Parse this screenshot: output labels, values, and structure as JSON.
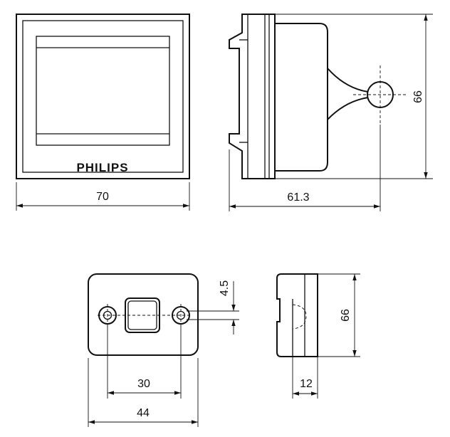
{
  "brand_label": "PHILIPS",
  "dimensions": {
    "front_width": "70",
    "side_depth": "61.3",
    "side_height": "66",
    "base_offset": "4.5",
    "base_hole_spacing": "30",
    "base_width": "44",
    "base_side_height": "66",
    "base_side_depth": "12"
  },
  "colors": {
    "line": "#111111",
    "background": "#ffffff"
  }
}
